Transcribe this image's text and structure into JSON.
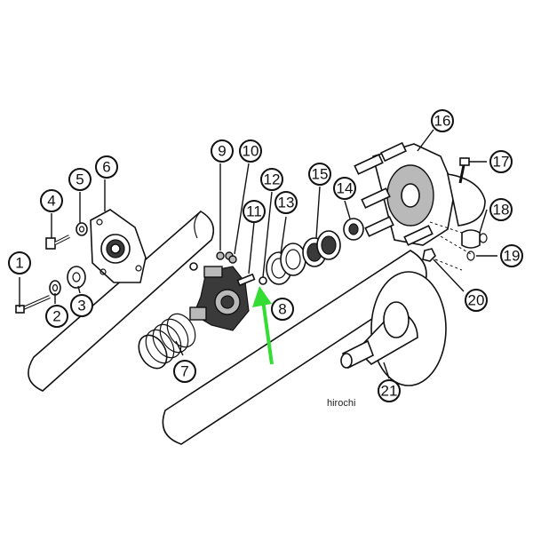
{
  "diagram": {
    "callouts": [
      "1",
      "2",
      "3",
      "4",
      "5",
      "6",
      "7",
      "8",
      "9",
      "10",
      "11",
      "12",
      "13",
      "14",
      "15",
      "16",
      "17",
      "18",
      "19",
      "20",
      "21"
    ],
    "arrow_color": "#33dd33",
    "watermark": "hirochi"
  }
}
